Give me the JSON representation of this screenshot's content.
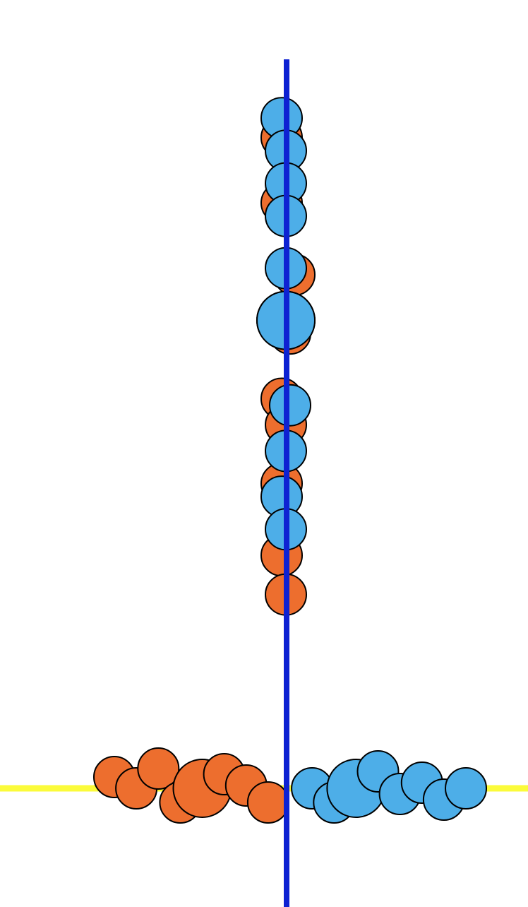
{
  "colors": {
    "background": "#ffffff",
    "series_a": "#ED6E2E",
    "series_b": "#4DAEE8",
    "vertical_axis_line": "#0E22D2",
    "horizontal_axis_line": "#FBFB3A",
    "outline": "#000000"
  },
  "chart_data": [
    {
      "type": "scatter",
      "title": "",
      "xlabel": "",
      "ylabel": "",
      "grid": false,
      "legend": "none",
      "ylim": [
        0,
        100
      ],
      "series": [
        {
          "color_key": "series_a",
          "points": [
            {
              "x": -0.1,
              "y": 88,
              "size": 1.0
            },
            {
              "x": -0.1,
              "y": 78,
              "size": 1.0
            },
            {
              "x": 0.2,
              "y": 67,
              "size": 1.0
            },
            {
              "x": 0.0,
              "y": 60,
              "size": 2.0
            },
            {
              "x": 0.1,
              "y": 58,
              "size": 1.0
            },
            {
              "x": -0.1,
              "y": 48,
              "size": 1.0
            },
            {
              "x": 0.0,
              "y": 44,
              "size": 1.0
            },
            {
              "x": -0.1,
              "y": 35,
              "size": 1.0
            },
            {
              "x": -0.1,
              "y": 24,
              "size": 1.0
            },
            {
              "x": 0.0,
              "y": 18,
              "size": 1.0
            }
          ]
        },
        {
          "color_key": "series_b",
          "points": [
            {
              "x": -0.1,
              "y": 91,
              "size": 1.0
            },
            {
              "x": 0.0,
              "y": 86,
              "size": 1.0
            },
            {
              "x": 0.0,
              "y": 81,
              "size": 1.0
            },
            {
              "x": 0.0,
              "y": 76,
              "size": 1.0
            },
            {
              "x": 0.0,
              "y": 68,
              "size": 1.0
            },
            {
              "x": 0.0,
              "y": 60,
              "size": 2.0
            },
            {
              "x": 0.1,
              "y": 47,
              "size": 1.0
            },
            {
              "x": 0.0,
              "y": 40,
              "size": 1.0
            },
            {
              "x": -0.1,
              "y": 33,
              "size": 1.0
            },
            {
              "x": 0.0,
              "y": 28,
              "size": 1.0
            }
          ]
        }
      ]
    },
    {
      "type": "scatter",
      "title": "",
      "xlabel": "",
      "ylabel": "",
      "grid": false,
      "legend": "none",
      "series": [
        {
          "color_key": "series_a",
          "points": [
            {
              "x": 1,
              "y": 0.4,
              "size": 1.0
            },
            {
              "x": 2,
              "y": 0.0,
              "size": 1.0
            },
            {
              "x": 3,
              "y": 0.7,
              "size": 1.0
            },
            {
              "x": 4,
              "y": -0.5,
              "size": 1.0
            },
            {
              "x": 5,
              "y": 0.0,
              "size": 2.0
            },
            {
              "x": 6,
              "y": 0.5,
              "size": 1.0
            },
            {
              "x": 7,
              "y": 0.1,
              "size": 1.0
            },
            {
              "x": 8,
              "y": -0.5,
              "size": 1.0
            }
          ]
        },
        {
          "color_key": "series_b",
          "points": [
            {
              "x": 10,
              "y": 0.0,
              "size": 1.0
            },
            {
              "x": 11,
              "y": -0.5,
              "size": 1.0
            },
            {
              "x": 12,
              "y": 0.0,
              "size": 2.0
            },
            {
              "x": 13,
              "y": 0.6,
              "size": 1.0
            },
            {
              "x": 14,
              "y": -0.2,
              "size": 1.0
            },
            {
              "x": 15,
              "y": 0.2,
              "size": 1.0
            },
            {
              "x": 16,
              "y": -0.4,
              "size": 1.0
            },
            {
              "x": 17,
              "y": 0.0,
              "size": 1.0
            }
          ]
        }
      ]
    }
  ]
}
